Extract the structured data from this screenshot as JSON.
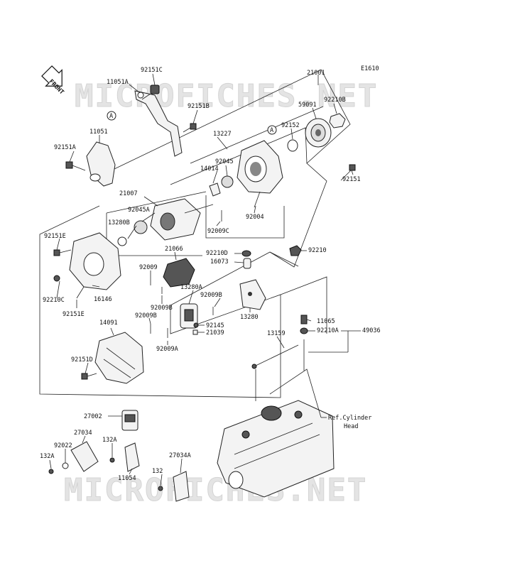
{
  "diagram_code": "E1610",
  "front_label": "FRONT",
  "watermark": "MICROFICHES.NET",
  "callout_a": "A",
  "ref_note_line1": "Ref.Cylinder",
  "ref_note_line2": "Head",
  "parts": {
    "p92151c": "92151C",
    "p11051a": "11051A",
    "p21001": "21001",
    "p92151b": "92151B",
    "p92210b": "92210B",
    "p59091": "59091",
    "p13227": "13227",
    "p92152": "92152",
    "p11051": "11051",
    "p92151a": "92151A",
    "p14014": "14014",
    "p92045": "92045",
    "p92151": "92151",
    "p21007": "21007",
    "p92045a": "92045A",
    "p13280b": "13280B",
    "p92004": "92004",
    "p92009c": "92009C",
    "p92151e_top": "92151E",
    "p21066": "21066",
    "p92210d": "92210D",
    "p92210": "92210",
    "p16073": "16073",
    "p92009_left": "92009",
    "p13280a": "13280A",
    "p92009b_r": "92009B",
    "p92210c": "92210C",
    "p16146": "16146",
    "p92151e_bot": "92151E",
    "p13280": "13280",
    "p92009b_l": "92009B",
    "p92009b_l2": "92009B",
    "p11065": "11065",
    "p14091": "14091",
    "p92145": "92145",
    "p21039": "21039",
    "p13159": "13159",
    "p92210a": "92210A",
    "p49036": "49036",
    "p92009a": "92009A",
    "p92151d": "92151D",
    "p27002": "27002",
    "p27034": "27034",
    "p132a_r": "132A",
    "p92022": "92022",
    "p132a_l": "132A",
    "p27034a": "27034A",
    "p11054": "11054",
    "p132": "132"
  }
}
